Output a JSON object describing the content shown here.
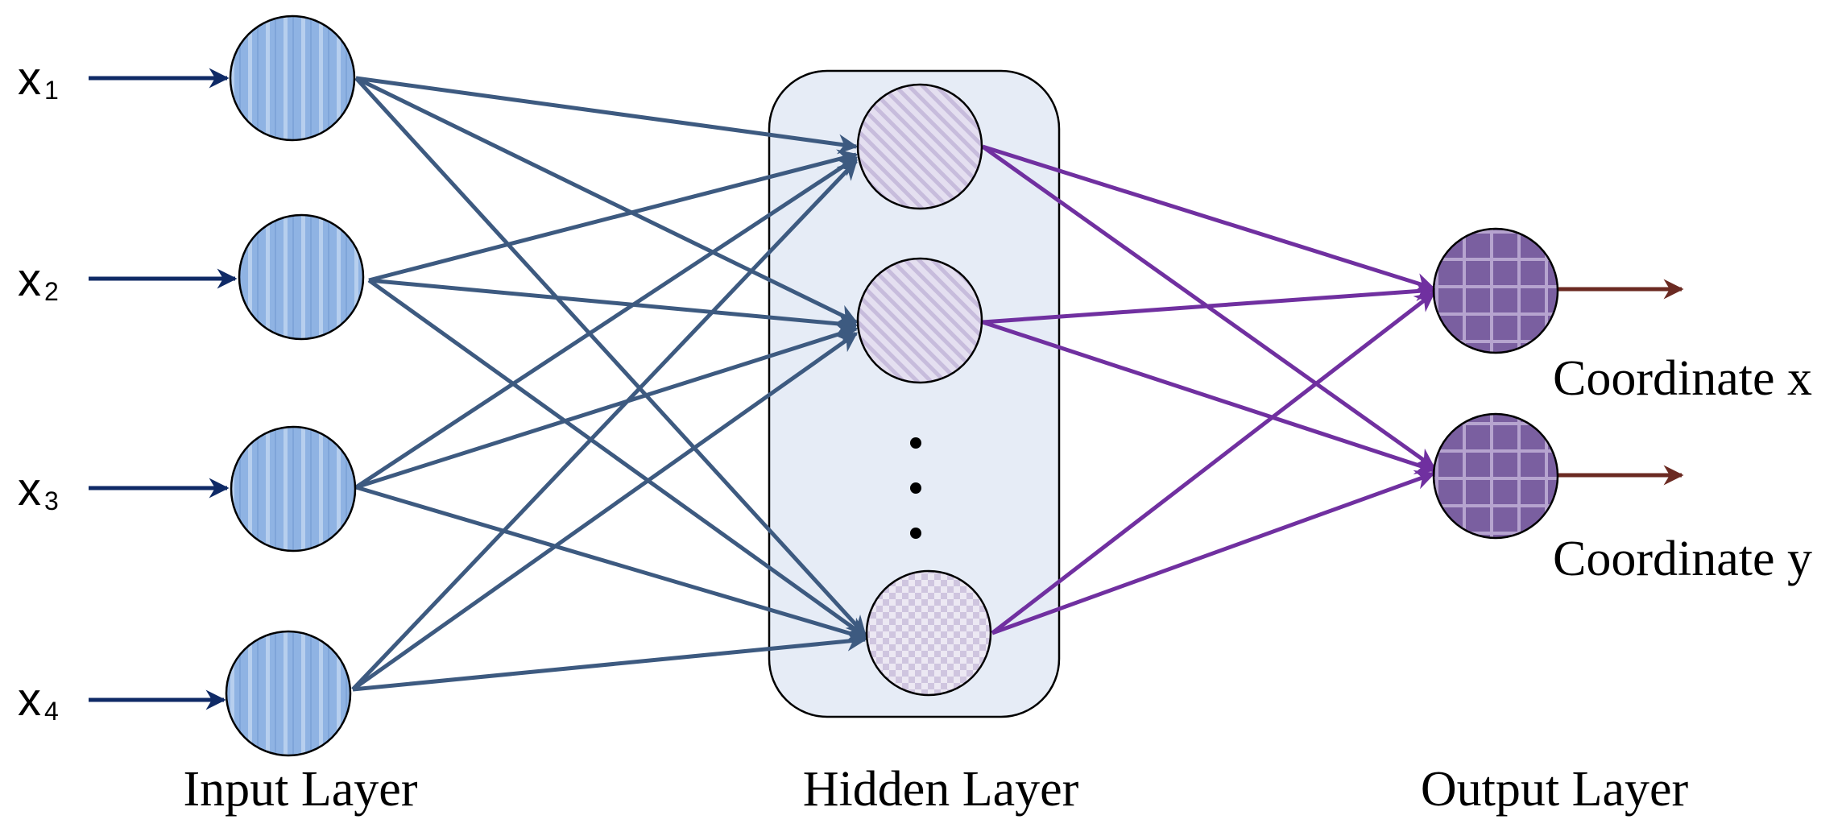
{
  "inputs": [
    {
      "name": "x",
      "sub": "1"
    },
    {
      "name": "x",
      "sub": "2"
    },
    {
      "name": "x",
      "sub": "3"
    },
    {
      "name": "x",
      "sub": "4"
    }
  ],
  "layers": {
    "input": "Input Layer",
    "hidden": "Hidden Layer",
    "output": "Output Layer"
  },
  "outputs": [
    "Coordinate x",
    "Coordinate y"
  ],
  "colors": {
    "input_node": "#8fb3e3",
    "input_arrow": "#0f2a66",
    "input_edges": "#3d5a80",
    "hidden_node": "#d9d3e6",
    "hidden_box": "#e6ecf6",
    "output_edges": "#7030a0",
    "output_node": "#7a5fa0",
    "output_arrow": "#6b2a22"
  }
}
